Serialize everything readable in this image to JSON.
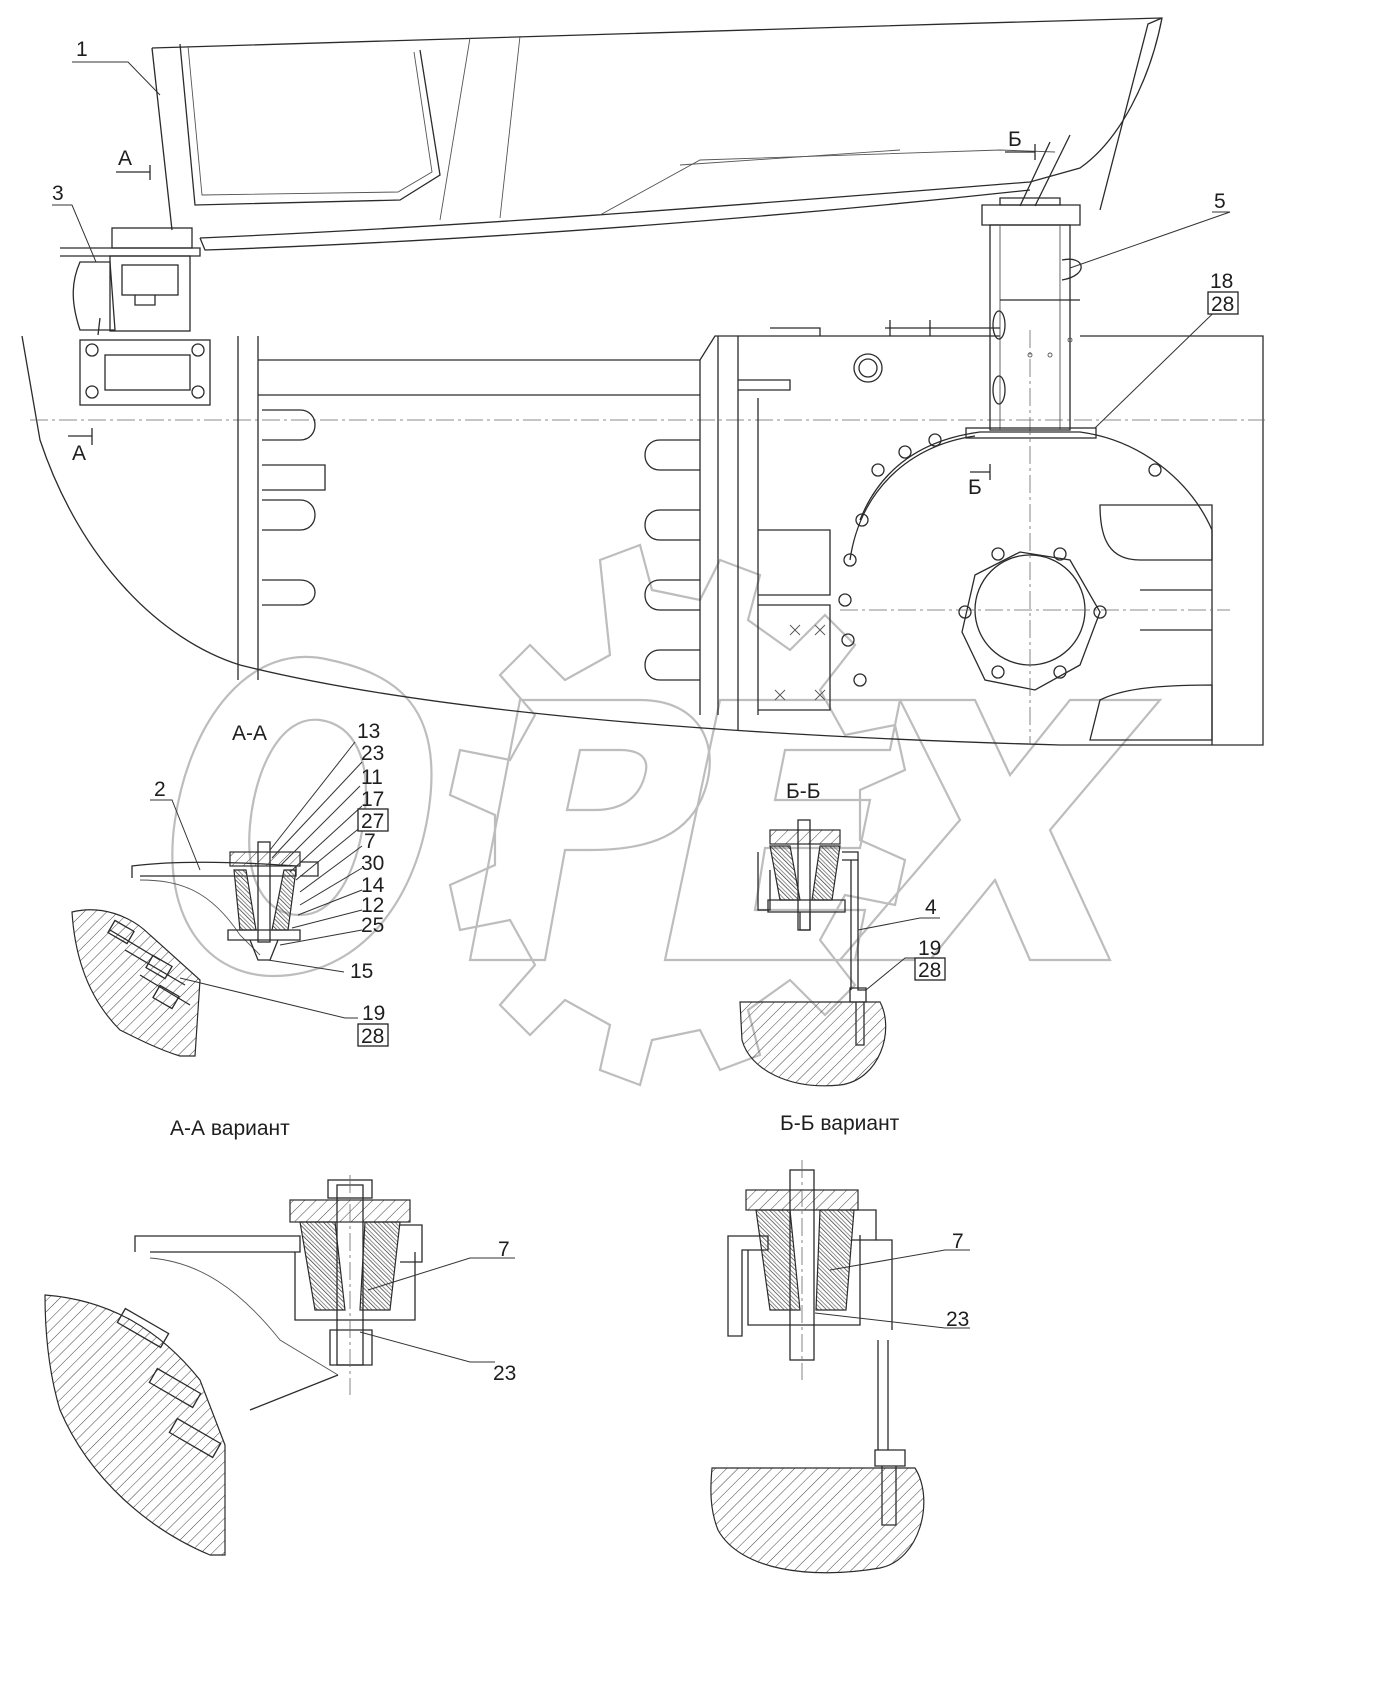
{
  "views": {
    "aa": "А-А",
    "bb": "Б-Б",
    "aa_variant": "А-А вариант",
    "bb_variant": "Б-Б вариант"
  },
  "section_marks": {
    "a": "А",
    "b": "Б"
  },
  "callouts_main": [
    "1",
    "3",
    "5",
    "18",
    "28"
  ],
  "callouts_aa": [
    "13",
    "23",
    "11",
    "17",
    "27",
    "7",
    "30",
    "14",
    "12",
    "25",
    "15",
    "2",
    "19",
    "28"
  ],
  "callouts_bb": [
    "4",
    "19",
    "28"
  ],
  "callouts_aa_variant": [
    "7",
    "23"
  ],
  "callouts_bb_variant": [
    "7",
    "23"
  ],
  "watermark": "OPEX"
}
